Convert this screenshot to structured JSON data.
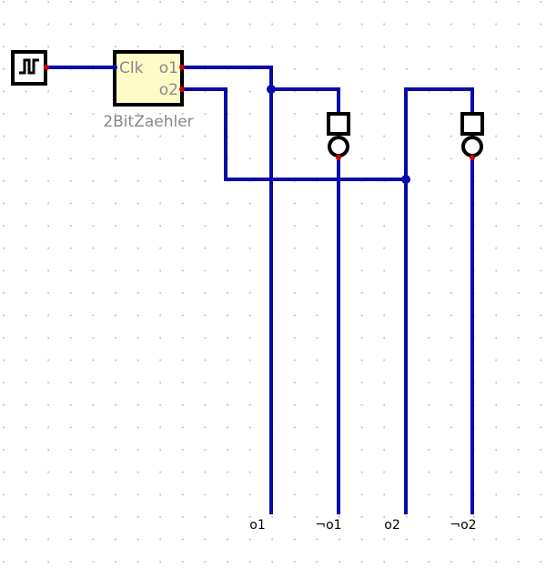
{
  "component": {
    "name": "2BitZaehler",
    "ports": {
      "clk": "Clk",
      "o1": "o1",
      "o2": "o2"
    }
  },
  "outputs": {
    "o1": "o1",
    "not_o1": "¬o1",
    "o2": "o2",
    "not_o2": "¬o2"
  },
  "colors": {
    "wire": "#0a0aa8",
    "component_fill": "#fffbc8",
    "pin": "#cc0000",
    "grid_dot": "#c8c8c8"
  },
  "icons": {
    "clock": "clock-source-icon",
    "inverter": "not-gate-icon"
  }
}
